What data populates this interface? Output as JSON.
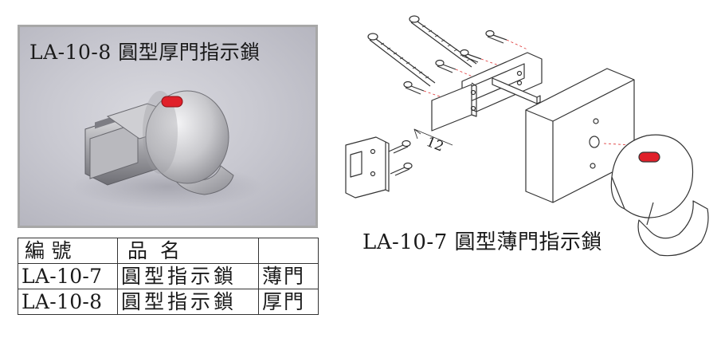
{
  "photo": {
    "title": "LA-10-8 圓型厚門指示鎖"
  },
  "table": {
    "header": {
      "code": "編 號",
      "name": "品 名",
      "type": ""
    },
    "rows": [
      {
        "code": "LA-10-7",
        "name": "圓型指示鎖",
        "type": "薄門"
      },
      {
        "code": "LA-10-8",
        "name": "圓型指示鎖",
        "type": "厚門"
      }
    ]
  },
  "diagram": {
    "dimension": "12",
    "caption": "LA-10-7 圓型薄門指示鎖"
  },
  "colors": {
    "indicator_red": "#e0202a",
    "frame_gray": "#a7a7a7"
  }
}
